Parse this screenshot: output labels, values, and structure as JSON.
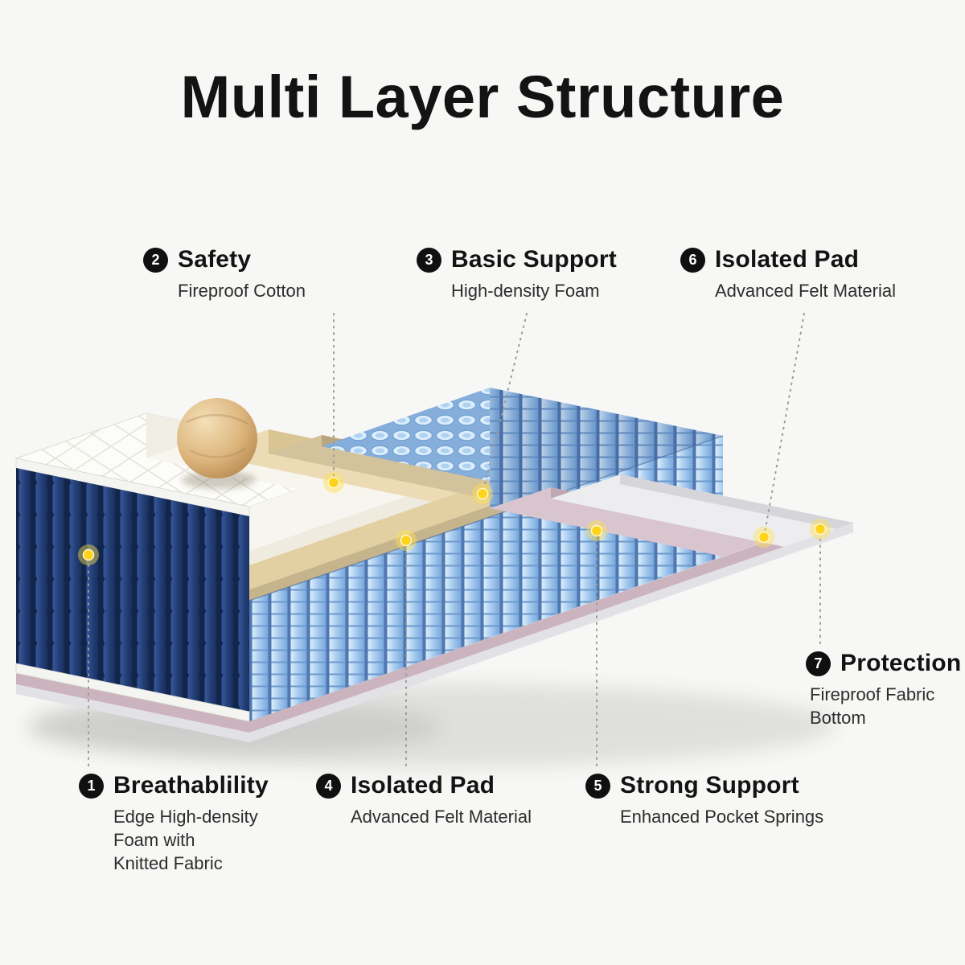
{
  "title": "Multi Layer Structure",
  "callouts": {
    "breathability": {
      "number": "1",
      "label": "Breathablility",
      "desc": "Edge High-density\nFoam with\nKnitted Fabric"
    },
    "safety": {
      "number": "2",
      "label": "Safety",
      "desc": "Fireproof Cotton"
    },
    "basic_support": {
      "number": "3",
      "label": "Basic Support",
      "desc": "High-density Foam"
    },
    "isolated_pad_upper": {
      "number": "4",
      "label": "Isolated Pad",
      "desc": "Advanced Felt Material"
    },
    "strong_support": {
      "number": "5",
      "label": "Strong Support",
      "desc": "Enhanced Pocket Springs"
    },
    "isolated_pad_lower": {
      "number": "6",
      "label": "Isolated Pad",
      "desc": "Advanced Felt Material"
    },
    "protection": {
      "number": "7",
      "label": "Protection",
      "desc": "Fireproof Fabric\nBottom"
    }
  },
  "colors": {
    "background": "#f7f7f5",
    "marker_yellow": "#ffd21c",
    "edge_panel_navy": "#1d3567",
    "spring_blue": "#a9cdf0",
    "foam_cream": "#ecdcb6",
    "felt_tan": "#d3c39c",
    "felt_pink": "#d9c5ce",
    "bottom_fabric_gray": "#ededf0",
    "quilt_white": "#fcfcf9",
    "badge_black": "#101010"
  }
}
